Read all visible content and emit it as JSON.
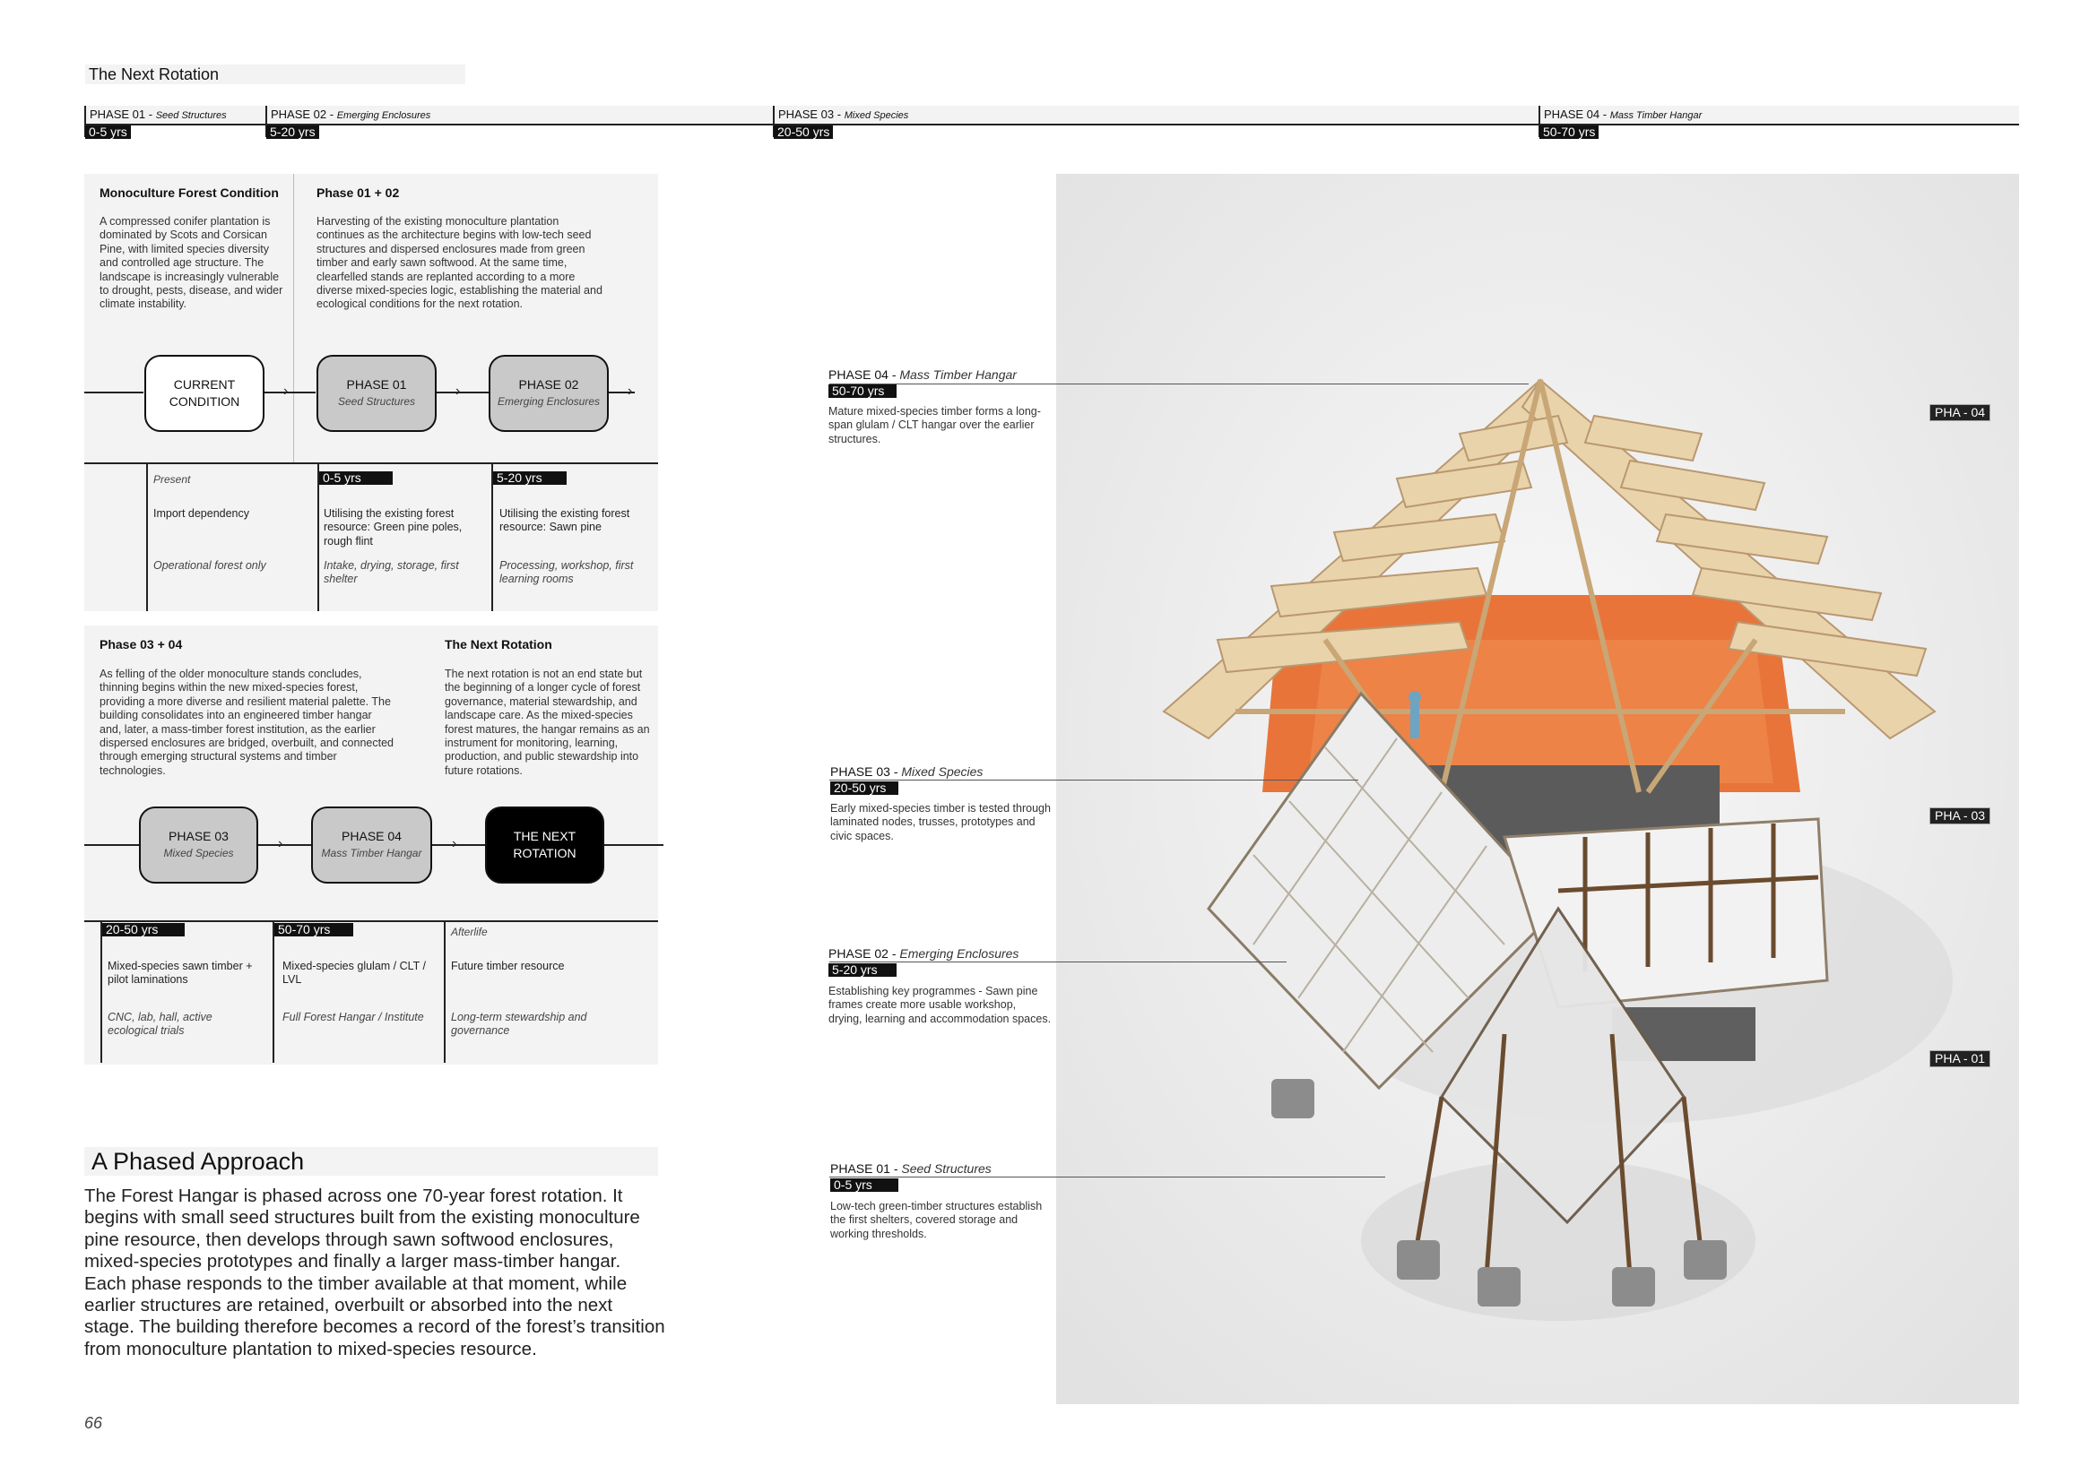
{
  "page": {
    "label": "The Next Rotation",
    "number": "66"
  },
  "timeline": [
    {
      "phase": "PHASE 01 -",
      "name": "Seed Structures",
      "years": "0-5 yrs"
    },
    {
      "phase": "PHASE 02 -",
      "name": "Emerging Enclosures",
      "years": "5-20 yrs"
    },
    {
      "phase": "PHASE 03 -",
      "name": "Mixed Species",
      "years": "20-50 yrs"
    },
    {
      "phase": "PHASE 04 -",
      "name": "Mass Timber Hangar",
      "years": "50-70 yrs"
    }
  ],
  "top_panel": {
    "col1_title": "Monoculture Forest Condition",
    "col1_text": "A compressed conifer plantation is dominated by Scots and Corsican Pine, with limited species diversity and controlled age structure. The landscape is increasingly vulnerable to drought, pests, disease, and wider climate instability.",
    "col2_title": "Phase 01 + 02",
    "col2_text": "Harvesting of the existing monoculture plantation continues as the architecture begins with low-tech seed structures and dispersed enclosures made from green timber and early sawn softwood. At the same time, clearfelled stands are replanted according to a more diverse mixed-species logic, establishing the material and ecological conditions for the next rotation.",
    "nodes": [
      {
        "line1": "CURRENT",
        "line2": "CONDITION"
      },
      {
        "line1": "PHASE 01",
        "line2": "Seed Structures"
      },
      {
        "line1": "PHASE 02",
        "line2": "Emerging Enclosures"
      }
    ],
    "rows": [
      {
        "tag": "Present",
        "resource": "Import dependency",
        "use": "Operational forest only"
      },
      {
        "tag": "0-5 yrs",
        "resource": "Utilising the existing forest resource: Green pine poles, rough flint",
        "use": "Intake, drying, storage, first shelter"
      },
      {
        "tag": "5-20 yrs",
        "resource": "Utilising the existing forest resource: Sawn pine",
        "use": "Processing, workshop, first learning rooms"
      }
    ]
  },
  "bottom_panel": {
    "col1_title": "Phase 03 + 04",
    "col1_text": "As felling of the older monoculture stands concludes, thinning begins within the new mixed-species forest, providing a more diverse and resilient material palette. The building consolidates into an engineered timber hangar and, later, a mass-timber forest institution, as the earlier dispersed enclosures are bridged, overbuilt, and connected through emerging structural systems and timber technologies.",
    "col2_title": "The Next Rotation",
    "col2_text": "The next rotation is not an end state but the beginning of a longer cycle of forest governance, material stewardship, and landscape care. As the mixed-species forest matures, the hangar remains as an instrument for monitoring, learning, production, and public stewardship into future rotations.",
    "nodes": [
      {
        "line1": "PHASE 03",
        "line2": "Mixed Species"
      },
      {
        "line1": "PHASE 04",
        "line2": "Mass Timber Hangar"
      },
      {
        "line1": "THE NEXT",
        "line2": "ROTATION"
      }
    ],
    "rows": [
      {
        "tag": "20-50 yrs",
        "resource": "Mixed-species sawn timber + pilot laminations",
        "use": "CNC, lab, hall, active ecological trials"
      },
      {
        "tag": "50-70 yrs",
        "resource": "Mixed-species glulam / CLT / LVL",
        "use": "Full Forest Hangar / Institute"
      },
      {
        "tag": "Afterlife",
        "resource": "Future timber resource",
        "use": "Long-term stewardship and governance"
      }
    ]
  },
  "approach": {
    "heading": "A Phased Approach",
    "text": "The Forest Hangar is phased across one 70-year forest rotation. It begins with small seed structures built from the existing monoculture pine resource, then develops through sawn softwood enclosures, mixed-species prototypes and finally a larger mass-timber hangar. Each phase responds to the timber available at that moment, while earlier structures are retained, overbuilt or absorbed into the next stage. The building therefore becomes a record of the forest’s transition from monoculture plantation to mixed-species resource."
  },
  "annotations": [
    {
      "phase": "PHASE 04  -",
      "name": "Mass Timber Hangar",
      "years": "50-70 yrs",
      "text": "Mature mixed-species timber forms a long-span glulam / CLT hangar over the earlier structures."
    },
    {
      "phase": "PHASE 03 -",
      "name": "Mixed Species",
      "years": "20-50 yrs",
      "text": "Early mixed-species timber is tested through laminated nodes, trusses, prototypes and civic spaces."
    },
    {
      "phase": "PHASE 02 -",
      "name": "Emerging Enclosures",
      "years": "5-20 yrs",
      "text": "Establishing key programmes - Sawn pine frames create more usable workshop, drying, learning and accommodation spaces."
    },
    {
      "phase": "PHASE 01 -",
      "name": "Seed Structures",
      "years": "0-5 yrs",
      "text": "Low-tech green-timber structures establish the first shelters, covered storage and working thresholds."
    }
  ],
  "photo_tags": [
    "PHA - 04",
    "PHA - 03",
    "PHA - 01"
  ],
  "colors": {
    "tag_bg": "#111111",
    "panel_bg": "#f3f3f3",
    "node_grey": "#c9c9c9",
    "accent_orange": "#e8743a"
  }
}
